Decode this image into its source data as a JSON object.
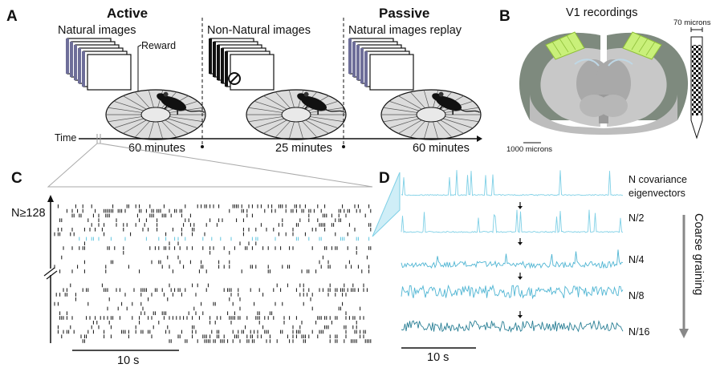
{
  "panels": {
    "A": {
      "letter": "A",
      "active_title": "Active",
      "passive_title": "Passive",
      "natural_images": "Natural images",
      "reward": "Reward",
      "non_natural_images": "Non-Natural images",
      "natural_replay": "Natural images replay",
      "time_label": "Time",
      "durations": [
        "60 minutes",
        "25 minutes",
        "60 minutes"
      ]
    },
    "B": {
      "letter": "B",
      "title": "V1 recordings",
      "probe_scale": "70 microns",
      "brain_scale": "1000 microns"
    },
    "C": {
      "letter": "C",
      "n_label": "N≥128",
      "scale_label": "10 s"
    },
    "D": {
      "letter": "D",
      "trace_labels": [
        "N covariance",
        "eigenvectors",
        "N/2",
        "N/4",
        "N/8",
        "N/16"
      ],
      "coarse_label": "Coarse graining",
      "scale_label": "10 s"
    }
  },
  "colors": {
    "trace_light": "#7fd0e6",
    "trace_mid": "#4fb5d3",
    "trace_dark": "#2a7f95",
    "highlight_raster": "#5fc4df",
    "v1_green": "#c9f07a",
    "brain_dark": "#7e8a7e",
    "brain_light": "#c8c8c8"
  }
}
